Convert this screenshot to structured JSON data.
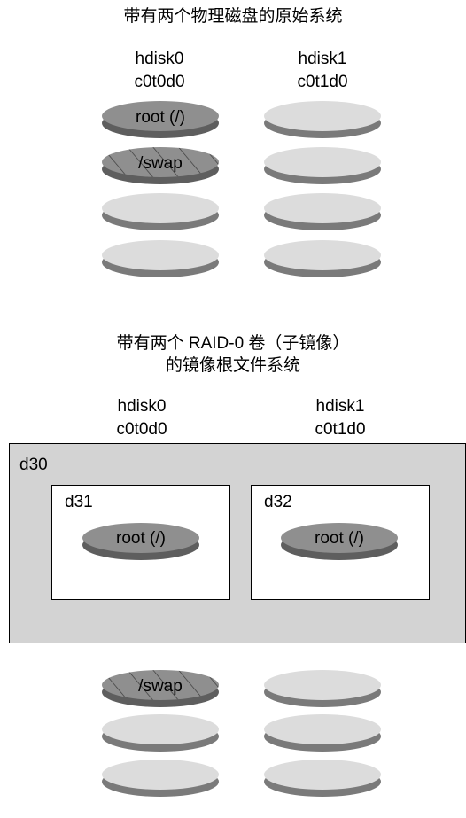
{
  "top_section": {
    "title": "带有两个物理磁盘的原始系统",
    "disk0": {
      "name": "hdisk0",
      "id": "c0t0d0"
    },
    "disk1": {
      "name": "hdisk1",
      "id": "c0t1d0"
    },
    "root_label": "root (/)",
    "swap_label": "/swap"
  },
  "bottom_section": {
    "title_line1": "带有两个 RAID-0 卷（子镜像）",
    "title_line2": "的镜像根文件系统",
    "disk0": {
      "name": "hdisk0",
      "id": "c0t0d0"
    },
    "disk1": {
      "name": "hdisk1",
      "id": "c0t1d0"
    },
    "mirror": {
      "label": "d30",
      "submirror_left": {
        "label": "d31",
        "slice_label": "root (/)"
      },
      "submirror_right": {
        "label": "d32",
        "slice_label": "root (/)"
      }
    },
    "swap_label": "/swap"
  },
  "colors": {
    "slice_light": "#dcdcdc",
    "slice_dark": "#8f8f8f",
    "mirror_bg": "#d3d3d3"
  }
}
